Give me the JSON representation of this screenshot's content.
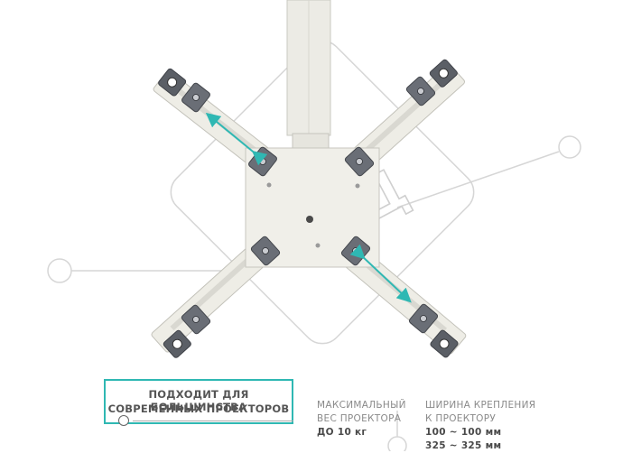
{
  "watermark": {
    "text": "ККЦ"
  },
  "callout": {
    "line1": "ПОДХОДИТ ДЛЯ БОЛЬШИНСТВА",
    "line2": "СОВРЕМЕННЫХ ПРОЕКТОРОВ"
  },
  "specs": {
    "weight": {
      "label1": "МАКСИМАЛЬНЫЙ",
      "label2": "ВЕС ПРОЕКТОРА",
      "value": "ДО 10 кг"
    },
    "width": {
      "label1": "ШИРИНА КРЕПЛЕНИЯ",
      "label2": "К ПРОЕКТОРУ",
      "value1": "100 ~ 100 мм",
      "value2": "325 ~ 325 мм"
    }
  },
  "colors": {
    "accent": "#2fb8b3",
    "metal": "#e9e8e1",
    "pad": "#6a6e76",
    "watermark": "#d4d4d4"
  }
}
